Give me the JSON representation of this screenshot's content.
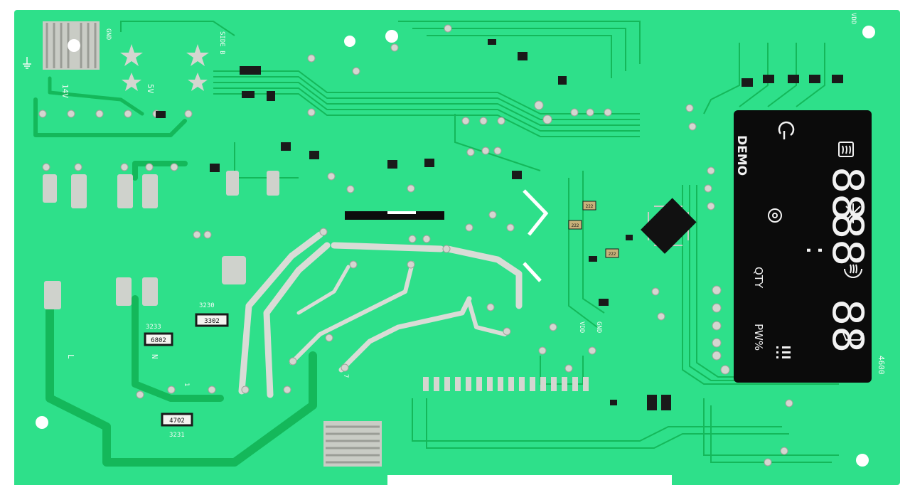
{
  "board": {
    "colors": {
      "substrate": "#2ee08a",
      "trace": "#14b85a",
      "solder": "#d9dcd6",
      "component": "#1a1a1a",
      "display_panel": "#0b0b0b",
      "segment_lit": "#f2f2f2",
      "silkscreen": "#f4fbf6"
    },
    "silkscreen": {
      "gnd_top": "GND",
      "vdd_top": "VDD",
      "side_label": "SIDE B",
      "v14": "14V",
      "v5": "5V",
      "board_number": "4600",
      "l_label": "L",
      "n_label": "N",
      "pin1": "1",
      "pin7": "7",
      "ref_3230": "3230",
      "ref_3233": "3233",
      "ref_3231": "3231",
      "res_3302": "3302",
      "res_6802": "6802",
      "res_4702": "4702",
      "res_222a": "222",
      "res_222b": "222",
      "res_222c": "222",
      "vdd_side": "VDD",
      "gnd_side": "GND"
    },
    "display": {
      "demo": "DEMO",
      "qty": "QTY",
      "pw": "PW%",
      "digit_row_1": "88",
      "digit_row_2": "88",
      "digit_row_3": "88",
      "colon": ":"
    },
    "icons": [
      "power-icon",
      "grill-icon",
      "defrost-snowflake-icon",
      "lock-icon",
      "microwave-wave-icon",
      "tray-icon",
      "menu-dots-icon",
      "ground-symbol-icon"
    ]
  }
}
